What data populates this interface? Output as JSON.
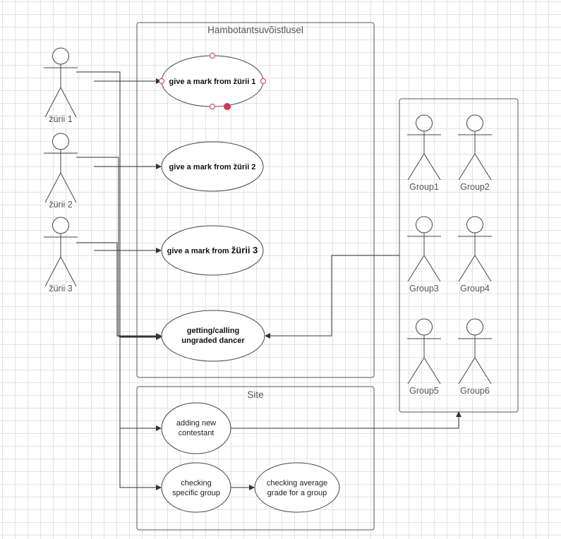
{
  "frames": {
    "main": {
      "title": "Hambotantsuvõistlusel"
    },
    "site": {
      "title": "Site"
    },
    "groups": {
      "title": ""
    }
  },
  "actors": [
    {
      "id": "zurii1",
      "label": "žürii 1"
    },
    {
      "id": "zurii2",
      "label": "žürii 2"
    },
    {
      "id": "zurii3",
      "label": "žürii 3"
    }
  ],
  "groups": [
    {
      "id": "group1",
      "label": "Group1"
    },
    {
      "id": "group2",
      "label": "Group2"
    },
    {
      "id": "group3",
      "label": "Group3"
    },
    {
      "id": "group4",
      "label": "Group4"
    },
    {
      "id": "group5",
      "label": "Group5"
    },
    {
      "id": "group6",
      "label": "Group6"
    }
  ],
  "use_cases": {
    "mark1": {
      "prefix": "give a mark from ",
      "suffix": "žürii 1"
    },
    "mark2": {
      "prefix": "give a mark from ",
      "suffix": "žürii 2"
    },
    "mark3": {
      "prefix": "give a mark from ",
      "suffix": "žürii 3"
    },
    "calling": {
      "lines": [
        "getting/calling",
        "ungraded dancer"
      ]
    },
    "adding": {
      "lines": [
        "adding new",
        "contestant"
      ]
    },
    "checking_group": {
      "lines": [
        "checking",
        "specific group"
      ]
    },
    "average": {
      "lines": [
        "checking average",
        "grade for a group"
      ]
    }
  },
  "colors": {
    "frame_stroke": "#555555",
    "line": "#333333",
    "selection_handle": "#e0304a",
    "grid": "#e3e3e3"
  }
}
